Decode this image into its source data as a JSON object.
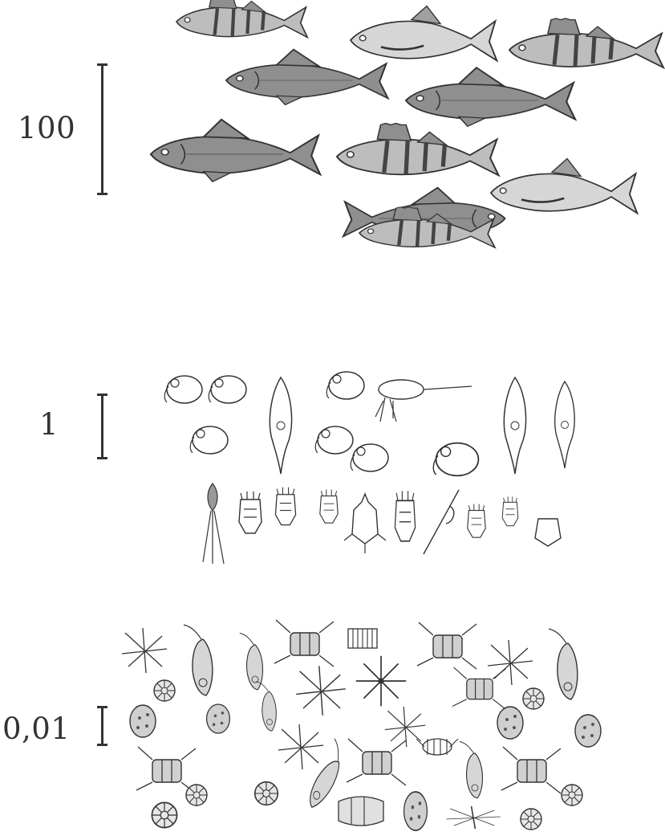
{
  "scale_labels": {
    "large": "100",
    "medium": "1",
    "small": "0,01"
  },
  "groups": {
    "large": {
      "organisms": "fish"
    },
    "medium": {
      "organisms": "zooplankton"
    },
    "small": {
      "organisms": "phytoplankton"
    }
  },
  "colors": {
    "ink": "#333333",
    "fish_fill": "#8a8a8a",
    "paper": "#ffffff"
  }
}
